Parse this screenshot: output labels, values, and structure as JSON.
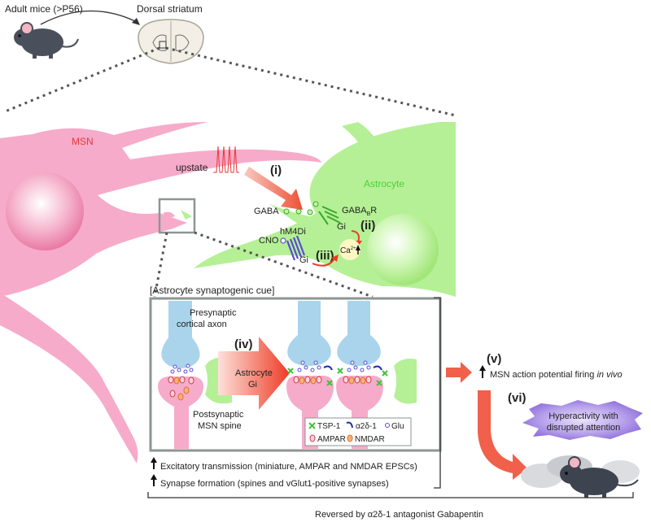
{
  "header": {
    "mice_label": "Adult mice (>P56)",
    "region_label": "Dorsal striatum"
  },
  "cells": {
    "msn": "MSN",
    "astrocyte": "Astrocyte",
    "upstate": "upstate"
  },
  "steps": {
    "i": "(i)",
    "ii": "(ii)",
    "iii": "(iii)",
    "iv": "(iv)",
    "v": "(v)",
    "vi": "(vi)"
  },
  "molecules": {
    "gaba": "GABA",
    "gabab_receptor": "GABA",
    "gabab_sub": "B",
    "gabab_r": "R",
    "gi": "Gi",
    "ca": "Ca",
    "ca_sup": "2+",
    "cno": "CNO",
    "hm4di": "hM4Di"
  },
  "inset": {
    "cue_title": "[Astrocyte synaptogenic cue]",
    "presynaptic": [
      "Presynaptic",
      "cortical axon"
    ],
    "postsynaptic": [
      "Postsynaptic",
      "MSN spine"
    ],
    "arrow_label": [
      "Astrocyte",
      "Gi"
    ],
    "legend": {
      "tsp1": "TSP-1",
      "a2d1": "α2δ-1",
      "glu": "Glu",
      "ampar": "AMPAR",
      "nmdar": "NMDAR"
    }
  },
  "outcomes": {
    "excitatory": "Excitatory transmission (miniature, AMPAR and NMDAR EPSCs)",
    "synapse": "Synapse formation (spines and vGlut1-positive synapses)",
    "firing_prefix": "MSN action potential firing ",
    "firing_italic": "in vivo",
    "behavior": [
      "Hyperactivity with",
      "disrupted attention"
    ],
    "reversal": "Reversed by α2δ-1 antagonist Gabapentin"
  },
  "colors": {
    "msn_pink": "#f3a6c4",
    "astro_green": "#a8ec8c",
    "astro_label": "#4fcf3a",
    "msn_label": "#e8383a",
    "arrow_red": "#f0604a",
    "axon_blue": "#a9d4ec",
    "box_gray": "#8c9693",
    "purple": "#9178d8"
  }
}
